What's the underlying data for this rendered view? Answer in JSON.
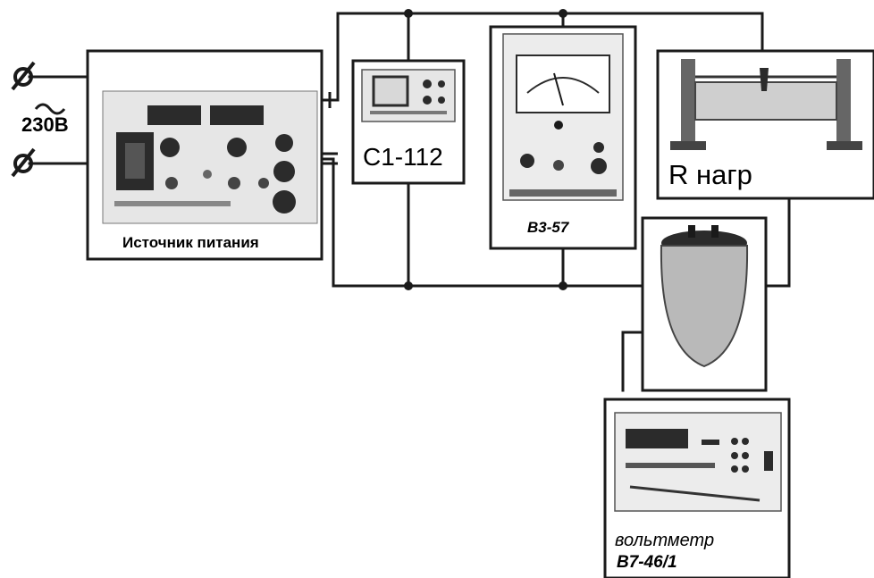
{
  "mains": {
    "voltage": "230В",
    "ac_symbol": "~"
  },
  "power_supply": {
    "label": "Источник питания"
  },
  "terminals": {
    "plus": "+",
    "minus": "="
  },
  "oscilloscope": {
    "label": "С1-112"
  },
  "ac_voltmeter": {
    "label": "В3-57"
  },
  "load": {
    "label": "R нагр"
  },
  "voltmeter": {
    "label": "вольтметр",
    "model": "В7-46/1"
  },
  "colors": {
    "wire": "#1a1a1a",
    "panel_dark": "#2b2b2b",
    "screen": "#d8d8d8"
  }
}
